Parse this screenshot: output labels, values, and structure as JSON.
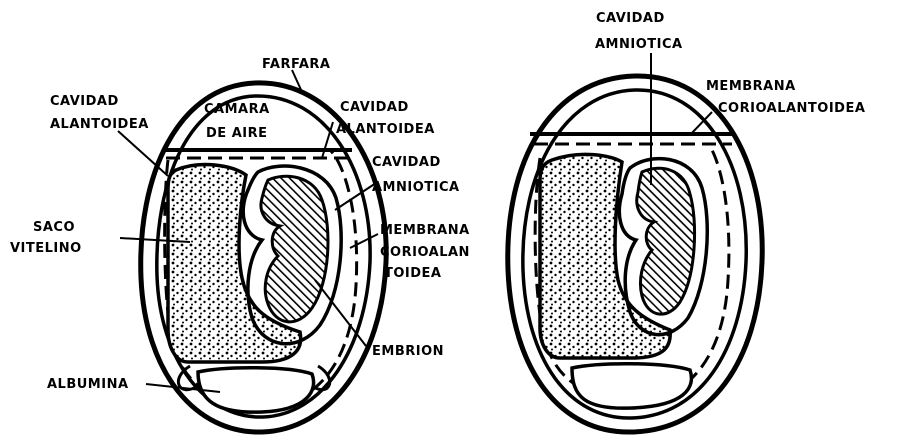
{
  "left_diagram": {
    "labels": {
      "cavidad_alantoidea_1": [
        "CAVIDAD",
        "ALANTOIDEA"
      ],
      "farfara": "FARFARA",
      "camara_de_aire": [
        "CAMARA",
        "DE  AIRE"
      ],
      "cavidad_alantoidea_2": [
        "CAVIDAD",
        "ALANTOIDEA"
      ],
      "cavidad_amniotica": [
        "CAVIDAD",
        "AMNIOTICA"
      ],
      "saco_vitelino": [
        "SACO",
        "VITELINO"
      ],
      "membrana_corioalantoidea": [
        "MEMBRANA",
        "CORIOALAN",
        "TOIDEA"
      ],
      "embrion": "EMBRION",
      "albumina": "ALBUMINA"
    }
  },
  "right_diagram": {
    "labels": {
      "cavidad_amniotica": [
        "CAVIDAD",
        "AMNIOTICA"
      ],
      "membrana_corioalantoidea": [
        "MEMBRANA",
        "CORIOALANTOIDEA"
      ]
    }
  }
}
